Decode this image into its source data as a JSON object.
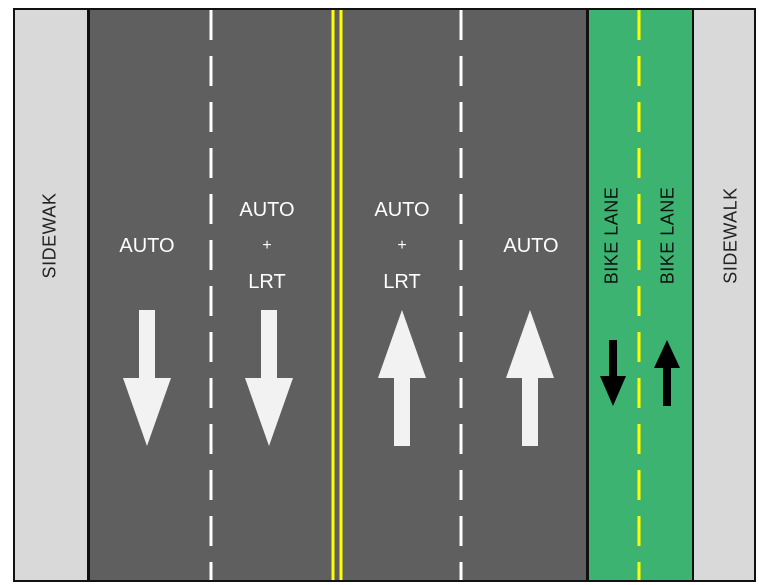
{
  "sidewalk_left": {
    "label": "SIDEWAK"
  },
  "sidewalk_right": {
    "label": "SIDEWALK"
  },
  "lanes": [
    {
      "line1": "AUTO",
      "line2": "",
      "line3": "",
      "direction": "down"
    },
    {
      "line1": "AUTO",
      "line2": "+",
      "line3": "LRT",
      "direction": "down"
    },
    {
      "line1": "AUTO",
      "line2": "+",
      "line3": "LRT",
      "direction": "up"
    },
    {
      "line1": "AUTO",
      "line2": "",
      "line3": "",
      "direction": "up"
    }
  ],
  "bike_lanes": [
    {
      "label": "BIKE LANE",
      "direction": "down"
    },
    {
      "label": "BIKE LANE",
      "direction": "up"
    }
  ],
  "colors": {
    "road": "#5f5f5f",
    "sidewalk": "#d9d9d9",
    "bike_lane": "#3cb371",
    "centerline": "#ffff00",
    "lane_marking": "#ffffff",
    "arrow": "#f2f2f2",
    "bike_arrow": "#000000"
  }
}
